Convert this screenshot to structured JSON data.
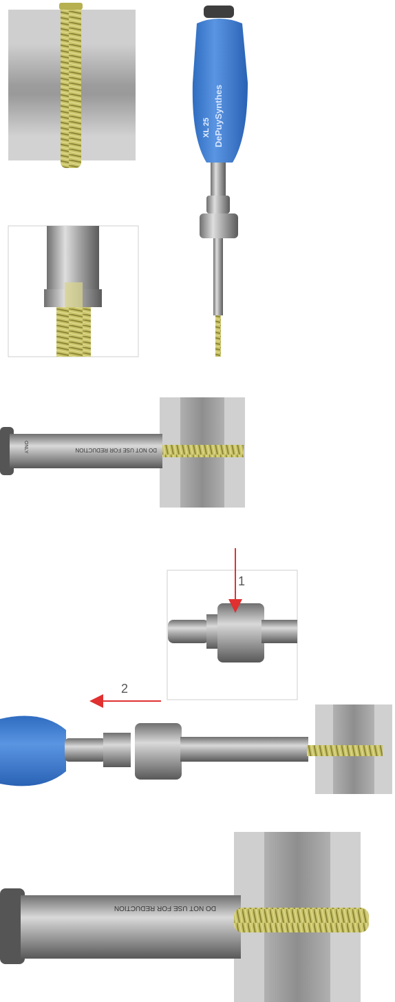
{
  "handle": {
    "brand_text": "DePuySynthes",
    "model_text": "XL 25"
  },
  "shaft": {
    "warning_text": "DO NOT USE FOR REDUCTION",
    "small_text": "ONLY"
  },
  "steps": {
    "step1": "1",
    "step2": "2"
  },
  "colors": {
    "handle_blue": "#4a86d8",
    "screw_gold": "#c9c46a",
    "bone_gray": "#b8b8b8",
    "arrow_red": "#e03030"
  }
}
